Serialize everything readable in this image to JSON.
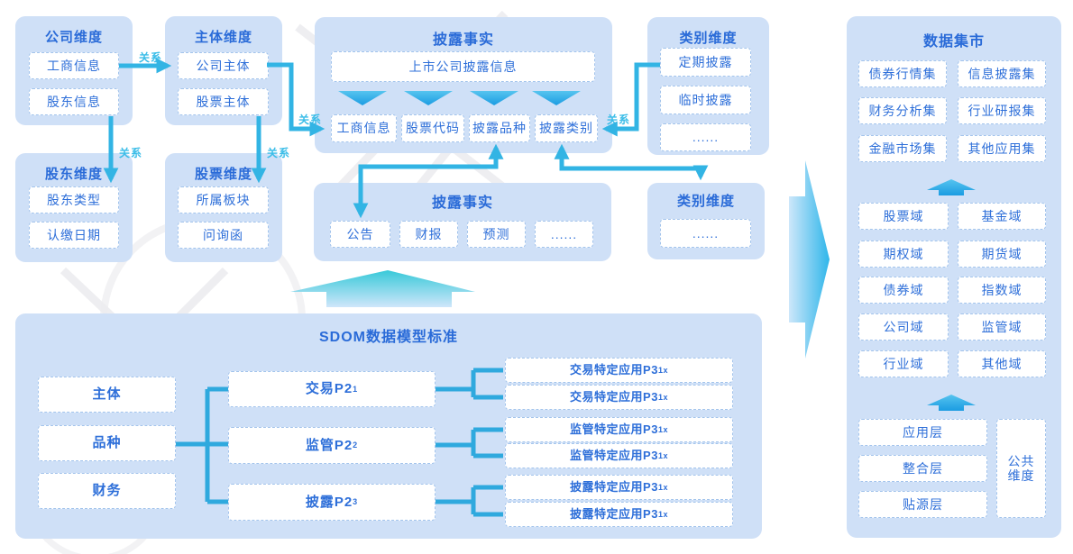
{
  "labels": {
    "relation": "关系"
  },
  "colors": {
    "panel_bg": "#cfe0f7",
    "box_border": "#a3c4ec",
    "title_text": "#2a6bd8",
    "item_text": "#2e6fd9",
    "connector": "#32b4e4",
    "relation_label": "#3bbde8"
  },
  "panels": {
    "company_dim": {
      "title": "公司维度",
      "items": [
        "工商信息",
        "股东信息"
      ]
    },
    "subject_dim": {
      "title": "主体维度",
      "items": [
        "公司主体",
        "股票主体"
      ]
    },
    "shareholder_dim": {
      "title": "股东维度",
      "items": [
        "股东类型",
        "认缴日期"
      ]
    },
    "stock_dim": {
      "title": "股票维度",
      "items": [
        "所属板块",
        "问询函"
      ]
    },
    "disclosure_fact_top": {
      "title": "披露事实",
      "header": "上市公司披露信息",
      "items": [
        "工商信息",
        "股票代码",
        "披露品种",
        "披露类别"
      ]
    },
    "category_dim_top": {
      "title": "类别维度",
      "items": [
        "定期披露",
        "临时披露",
        "......"
      ]
    },
    "disclosure_fact_mid": {
      "title": "披露事实",
      "items": [
        "公告",
        "财报",
        "预测",
        "......"
      ]
    },
    "category_dim_mid": {
      "title": "类别维度",
      "items": [
        "......"
      ]
    },
    "sdom": {
      "title": "SDOM数据模型标准",
      "left_items": [
        "主体",
        "品种",
        "财务"
      ],
      "mid_items": [
        {
          "label": "交易P2",
          "sub": "1"
        },
        {
          "label": "监管P2",
          "sub": "2"
        },
        {
          "label": "披露P2",
          "sub": "3"
        }
      ],
      "right_items": [
        {
          "label": "交易特定应用P3",
          "sub": "1x"
        },
        {
          "label": "交易特定应用P3",
          "sub": "1x"
        },
        {
          "label": "监管特定应用P3",
          "sub": "1x"
        },
        {
          "label": "监管特定应用P3",
          "sub": "1x"
        },
        {
          "label": "披露特定应用P3",
          "sub": "1x"
        },
        {
          "label": "披露特定应用P3",
          "sub": "1x"
        }
      ]
    },
    "data_mart": {
      "title": "数据集市",
      "sets": [
        "债券行情集",
        "信息披露集",
        "财务分析集",
        "行业研报集",
        "金融市场集",
        "其他应用集"
      ],
      "domains": [
        "股票域",
        "基金域",
        "期权域",
        "期货域",
        "债券域",
        "指数域",
        "公司域",
        "监管域",
        "行业域",
        "其他域"
      ],
      "layers": [
        "应用层",
        "整合层",
        "贴源层"
      ],
      "common_dim": "公共维度"
    }
  }
}
